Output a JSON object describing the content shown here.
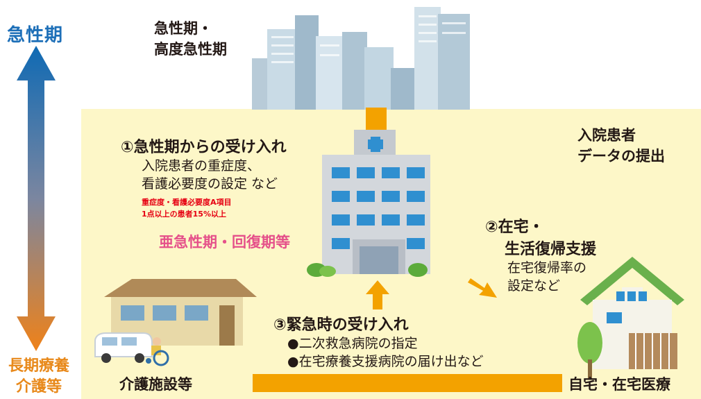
{
  "axis": {
    "top_label": "急性期",
    "bottom_label_1": "長期療養",
    "bottom_label_2": "介護等"
  },
  "acute": {
    "title_1": "急性期・",
    "title_2": "高度急性期"
  },
  "item1": {
    "title": "①急性期からの受け入れ",
    "line1": "入院患者の重症度、",
    "line2": "看護必要度の設定 など",
    "note1": "重症度・看護必要度A項目",
    "note2": "1点以上の患者15%以上"
  },
  "subacute_label": "亜急性期・回復期等",
  "data_submit": {
    "line1": "入院患者",
    "line2": "データの提出"
  },
  "item2": {
    "title_1": "②在宅・",
    "title_2": "生活復帰支援",
    "body_1": "在宅復帰率の",
    "body_2": "設定など"
  },
  "item3": {
    "title": "③緊急時の受け入れ",
    "bullet1": "●二次救急病院の指定",
    "bullet2": "●在宅療養支援病院の届け出など"
  },
  "care_facility_label": "介護施設等",
  "home_label": "自宅・在宅医療",
  "colors": {
    "accent_blue": "#1d6fb8",
    "accent_orange": "#e8891b",
    "connector": "#f3a200",
    "panel": "#fdf7c8",
    "pink": "#e5508a",
    "red": "#e60012"
  },
  "icons": [
    "double-arrow-icon",
    "city-buildings-icon",
    "hospital-icon",
    "care-facility-icon",
    "house-icon",
    "ambulance-icon",
    "wheelchair-icon",
    "tree-icon"
  ]
}
